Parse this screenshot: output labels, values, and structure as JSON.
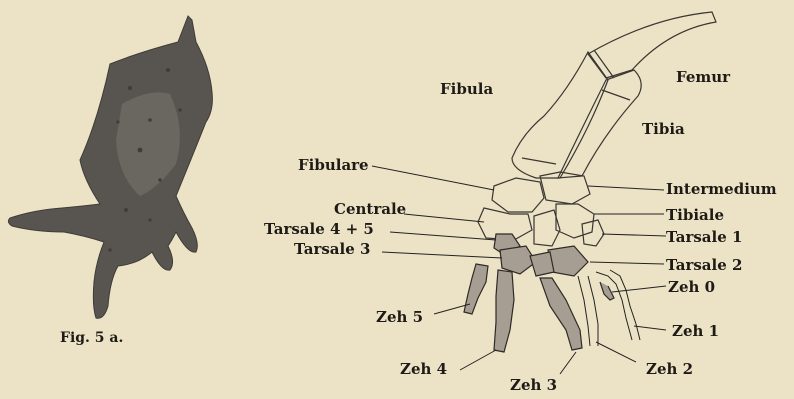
{
  "figure_a": {
    "caption": "Fig. 5 a."
  },
  "figure_b": {
    "labels": {
      "fibula": "Fibula",
      "femur": "Femur",
      "tibia": "Tibia",
      "fibulare": "Fibulare",
      "intermedium": "Intermedium",
      "centrale": "Centrale",
      "tibiale": "Tibiale",
      "tarsale_4_5": "Tarsale 4 + 5",
      "tarsale_1": "Tarsale 1",
      "tarsale_3": "Tarsale 3",
      "tarsale_2": "Tarsale 2",
      "zeh_0": "Zeh 0",
      "zeh_5": "Zeh 5",
      "zeh_1": "Zeh 1",
      "zeh_4": "Zeh 4",
      "zeh_2": "Zeh 2",
      "zeh_3": "Zeh 3"
    }
  }
}
